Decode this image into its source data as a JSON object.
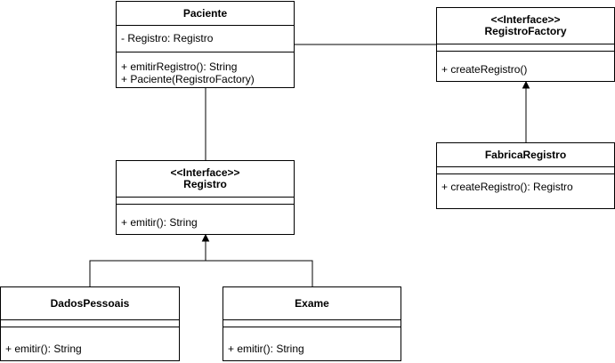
{
  "classes": {
    "paciente": {
      "name": "Paciente",
      "attributes": [
        "- Registro: Registro"
      ],
      "methods": [
        "+ emitirRegistro(): String",
        "+ Paciente(RegistroFactory)"
      ]
    },
    "registro_factory": {
      "stereotype": "<<Interface>>",
      "name": "RegistroFactory",
      "attributes": [],
      "methods": [
        "+ createRegistro()"
      ]
    },
    "fabrica_registro": {
      "name": "FabricaRegistro",
      "attributes": [],
      "methods": [
        "+ createRegistro(): Registro"
      ]
    },
    "registro": {
      "stereotype": "<<Interface>>",
      "name": "Registro",
      "attributes": [],
      "methods": [
        "+ emitir(): String"
      ]
    },
    "dados_pessoais": {
      "name": "DadosPessoais",
      "attributes": [],
      "methods": [
        "+ emitir(): String"
      ]
    },
    "exame": {
      "name": "Exame",
      "attributes": [],
      "methods": [
        "+ emitir(): String"
      ]
    }
  },
  "relationships": [
    {
      "from": "paciente",
      "to": "registro_factory",
      "kind": "association"
    },
    {
      "from": "paciente",
      "to": "registro",
      "kind": "association"
    },
    {
      "from": "fabrica_registro",
      "to": "registro_factory",
      "kind": "realization"
    },
    {
      "from": "dados_pessoais",
      "to": "registro",
      "kind": "realization"
    },
    {
      "from": "exame",
      "to": "registro",
      "kind": "realization"
    }
  ],
  "colors": {
    "line": "#000000",
    "fill": "#ffffff"
  }
}
